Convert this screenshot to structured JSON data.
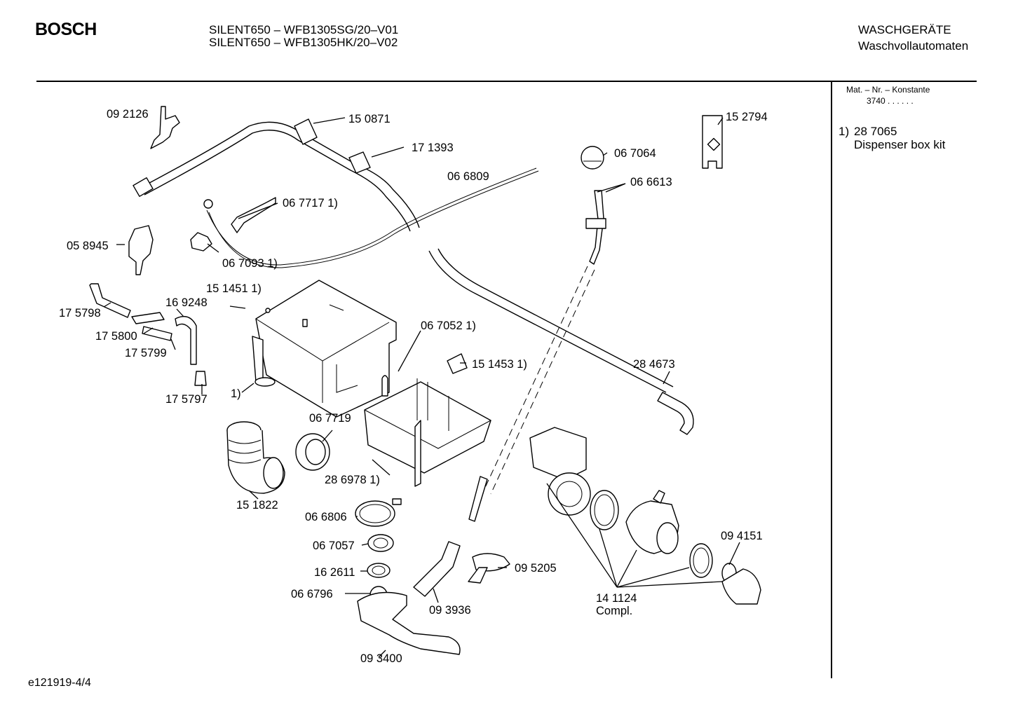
{
  "header": {
    "brand": "BOSCH",
    "model_line_1": "SILENT650 – WFB1305SG/20–V01",
    "model_line_2": "SILENT650 – WFB1305HK/20–V02",
    "category_1": "WASCHGERÄTE",
    "category_2": "Waschvollautomaten"
  },
  "sidebar": {
    "mat_nr_label": "Mat. – Nr. – Konstante",
    "mat_nr_value": "3740  .  .    .  .  .  .",
    "note_marker": "1)",
    "note_part": "28 7065",
    "note_desc": "Dispenser box kit"
  },
  "footer": {
    "drawing_id": "e121919-4/4"
  },
  "parts": [
    {
      "id": "p1",
      "label": "09 2126"
    },
    {
      "id": "p2",
      "label": "15 0871"
    },
    {
      "id": "p3",
      "label": "17 1393"
    },
    {
      "id": "p4",
      "label": "06 6809"
    },
    {
      "id": "p5",
      "label": "06 7717 1)"
    },
    {
      "id": "p6",
      "label": "05 8945"
    },
    {
      "id": "p7",
      "label": "06 7093 1)"
    },
    {
      "id": "p8",
      "label": "15 1451 1)"
    },
    {
      "id": "p9",
      "label": "16 9248"
    },
    {
      "id": "p10",
      "label": "17 5798"
    },
    {
      "id": "p11",
      "label": "17 5800"
    },
    {
      "id": "p12",
      "label": "17 5799"
    },
    {
      "id": "p13",
      "label": "17 5797"
    },
    {
      "id": "p14",
      "label": "1)"
    },
    {
      "id": "p15",
      "label": "06 7052 1)"
    },
    {
      "id": "p16",
      "label": "15 1453 1)"
    },
    {
      "id": "p17",
      "label": "06 7719"
    },
    {
      "id": "p18",
      "label": "28 6978 1)"
    },
    {
      "id": "p19",
      "label": "15 1822"
    },
    {
      "id": "p20",
      "label": "06 6806"
    },
    {
      "id": "p21",
      "label": "06 7057"
    },
    {
      "id": "p22",
      "label": "16 2611"
    },
    {
      "id": "p23",
      "label": "06 6796"
    },
    {
      "id": "p24",
      "label": "09 3400"
    },
    {
      "id": "p25",
      "label": "09 3936"
    },
    {
      "id": "p26",
      "label": "09 5205"
    },
    {
      "id": "p27",
      "label": "15 2794"
    },
    {
      "id": "p28",
      "label": "06 7064"
    },
    {
      "id": "p29",
      "label": "06 6613"
    },
    {
      "id": "p30",
      "label": "28 4673"
    },
    {
      "id": "p31",
      "label": "14 1124"
    },
    {
      "id": "p32",
      "label": "Compl."
    },
    {
      "id": "p33",
      "label": "09 4151"
    }
  ]
}
